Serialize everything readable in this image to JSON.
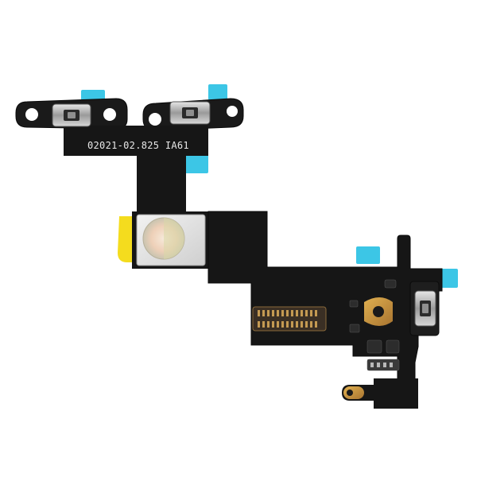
{
  "photo": {
    "printed_label": "02021-02.825 IA61",
    "colors": {
      "background": "#ffffff",
      "flex_board": "#161616",
      "flex_edge": "#0a0a0a",
      "stiffener_tape": "#3cc6e6",
      "yellow_tape": "#f4dc1e",
      "flash_plate": "#e4e4e4",
      "gold_contact": "#c8963c",
      "metal_bracket": "#2a2a2a"
    },
    "components": {
      "top_buttons": 2,
      "side_buttons": 1,
      "board_connector": 1,
      "flash_module": 1
    }
  }
}
